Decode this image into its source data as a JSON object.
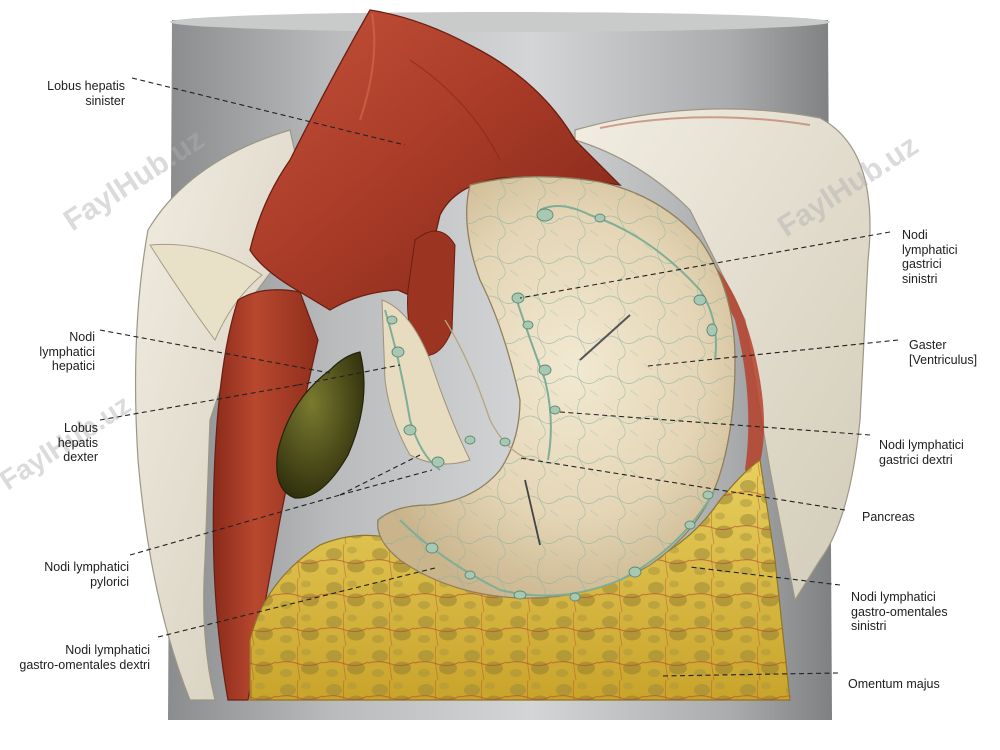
{
  "labels": {
    "lobus_hepatis_sinister": "Lobus hepatis\nsinister",
    "nodi_lymphatici_hepatici": "Nodi\nlymphatici\nhepatici",
    "lobus_hepatis_dexter": "Lobus\nhepatis\ndexter",
    "nodi_lymphatici_pylorici": "Nodi lymphatici\npylorici",
    "nodi_lymphatici_gastro_omentales_dextri": "Nodi lymphatici\ngastro-omentales dextri",
    "nodi_lymphatici_gastrici_sinistri": "Nodi\nlymphatici\ngastrici\nsinistri",
    "gaster_ventriculus": "Gaster\n[Ventriculus]",
    "nodi_lymphatici_gastrici_dextri": "Nodi lymphatici\ngastrici dextri",
    "pancreas": "Pancreas",
    "nodi_lymphatici_gastro_omentales_sinistri": "Nodi lymphatici\ngastro-omentales\nsinistri",
    "omentum_majus": "Omentum majus"
  },
  "watermark": "FaylHub.uz",
  "colors": {
    "liver": "#a83a26",
    "stomach": "#e6d9bd",
    "gallbladder": "#4a4a18",
    "omentum": "#d9b83a",
    "lymph_vessel": "#7fae98",
    "leader_line": "#222222"
  }
}
